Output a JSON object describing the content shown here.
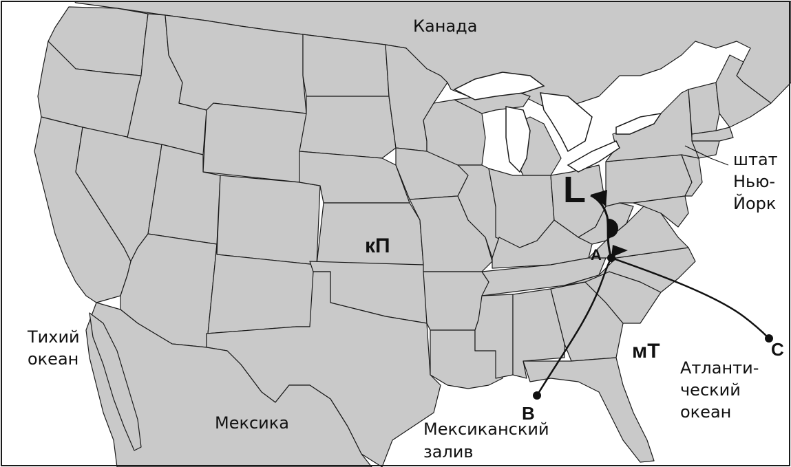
{
  "labels": {
    "canada": "Канада",
    "pacific": [
      "Тихий",
      "океан"
    ],
    "mexico": "Мексика",
    "gulf": [
      "Мексиканский",
      "залив"
    ],
    "atlantic": [
      "Атланти-",
      "ческий",
      "океан"
    ],
    "ny_state": [
      "штат",
      "Нью-",
      "Йорк"
    ],
    "airmass_cp": "кП",
    "airmass_mt": "мТ",
    "low": "L",
    "point_a": "A",
    "point_b": "B",
    "point_c": "C"
  },
  "colors": {
    "land": "#c9c9c9",
    "water": "#ffffff",
    "line": "#1a1a1a"
  }
}
